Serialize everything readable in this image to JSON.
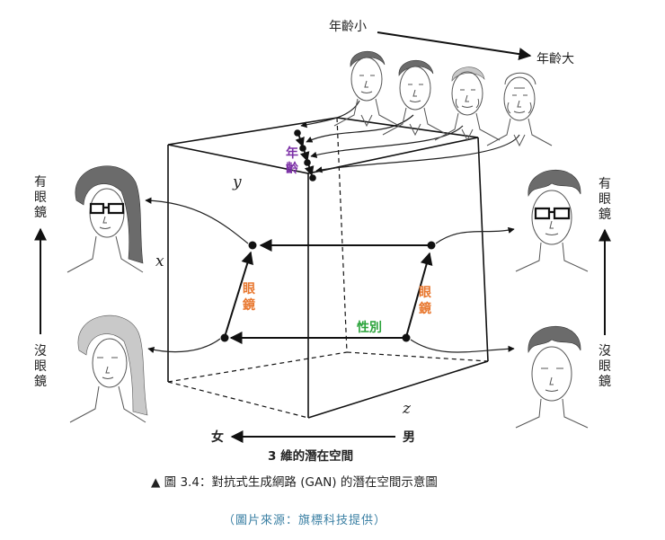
{
  "labels": {
    "age_young": "年齡小",
    "age_old": "年齡大",
    "age_axis": [
      "年",
      "齡"
    ],
    "glasses_left_top": [
      "有",
      "眼",
      "鏡"
    ],
    "glasses_left_bottom": [
      "沒",
      "眼",
      "鏡"
    ],
    "glasses_right_top": [
      "有",
      "眼",
      "鏡"
    ],
    "glasses_right_bottom": [
      "沒",
      "眼",
      "鏡"
    ],
    "glasses_axis_left": [
      "眼",
      "鏡"
    ],
    "glasses_axis_right": [
      "眼",
      "鏡"
    ],
    "gender_axis": "性別",
    "axis_x": "x",
    "axis_y": "y",
    "axis_z": "z",
    "female": "女",
    "male": "男",
    "space_title": "3 維的潛在空間"
  },
  "caption": "▲ 圖 3.4：對抗式生成網路 (GAN) 的潛在空間示意圖",
  "source": "（圖片來源：旗標科技提供）",
  "colors": {
    "age": "#7b2fa6",
    "glasses": "#e8772e",
    "gender": "#2aa33a",
    "source": "#3a7fa3"
  }
}
